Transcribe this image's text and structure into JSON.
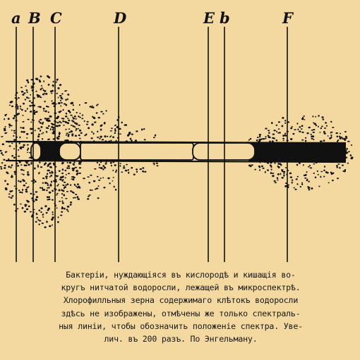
{
  "figure": {
    "spectral_lines": [
      {
        "label": "a"
      },
      {
        "label": "B"
      },
      {
        "label": "C"
      },
      {
        "label": "D"
      },
      {
        "label": "E"
      },
      {
        "label": "b"
      },
      {
        "label": "F"
      }
    ],
    "ink_color": "#111111",
    "paper_color": "#f3d9a0"
  },
  "caption": {
    "lines": [
      "Бактерiи, нуждающiяся въ кислородѣ и кишащiя во-",
      "кругъ нитчатой водоросли, лежащей въ микроспектрѣ.",
      "Хлорофилльныя зерна содержимаго клѣтокъ водоросли",
      "здѣсь не изображены, отмѣчены же только спектраль-",
      "ныя линiи, чтобы обозначить положенiе спектра. Уве-",
      "лич. въ 200 разъ. По Энгельману."
    ]
  }
}
